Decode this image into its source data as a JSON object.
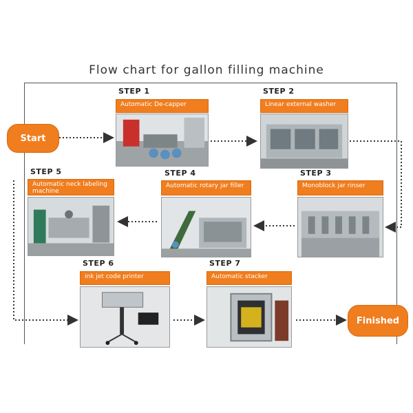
{
  "title": "Flow chart for gallon filling machine",
  "start_label": "Start",
  "end_label": "Finished",
  "steps": [
    {
      "step": "STEP 1",
      "name": "Automatic De-capper"
    },
    {
      "step": "STEP 2",
      "name": "Linear external washer"
    },
    {
      "step": "STEP 3",
      "name": "Monoblock jar rinser"
    },
    {
      "step": "STEP 4",
      "name": "Automatic rotary jar filler"
    },
    {
      "step": "STEP 5",
      "name": "Automatic neck labeling machine"
    },
    {
      "step": "STEP 6",
      "name": "ink jet code printer"
    },
    {
      "step": "STEP 7",
      "name": "Automatic stacker"
    }
  ],
  "colors": {
    "accent": "#f07d1e",
    "arrow": "#333333",
    "frame": "#555555"
  }
}
